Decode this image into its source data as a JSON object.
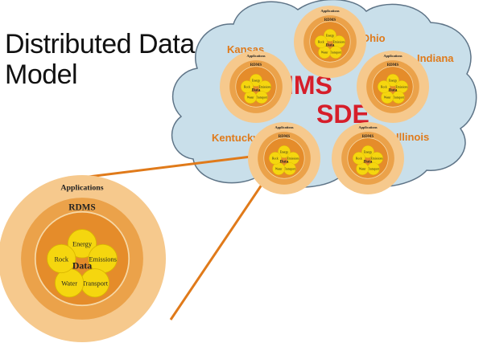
{
  "title": {
    "line1": "Distributed Data",
    "line2": "Model"
  },
  "cloud": {
    "label_top": "IMS",
    "label_bottom": "SDE"
  },
  "states": [
    {
      "name": "Kansas"
    },
    {
      "name": "Ohio"
    },
    {
      "name": "Indiana"
    },
    {
      "name": "Kentucky"
    },
    {
      "name": "Illinois"
    }
  ],
  "node_model": {
    "outer_label": "Applications",
    "middle_label": "RDMS",
    "center_label": "Data",
    "petals": [
      "Energy",
      "Emissions",
      "Transport",
      "Water",
      "Rock"
    ]
  },
  "colors": {
    "cloud_fill": "#c9dfea",
    "cloud_stroke": "#5e7487",
    "outer_ring": "#f6c98d",
    "middle_ring": "#eba24a",
    "inner_ring": "#e58c2a",
    "petal": "#f5d60f",
    "state_label": "#e07a1a",
    "ims_sde": "#d61e2a",
    "connector": "#e07a1a"
  }
}
